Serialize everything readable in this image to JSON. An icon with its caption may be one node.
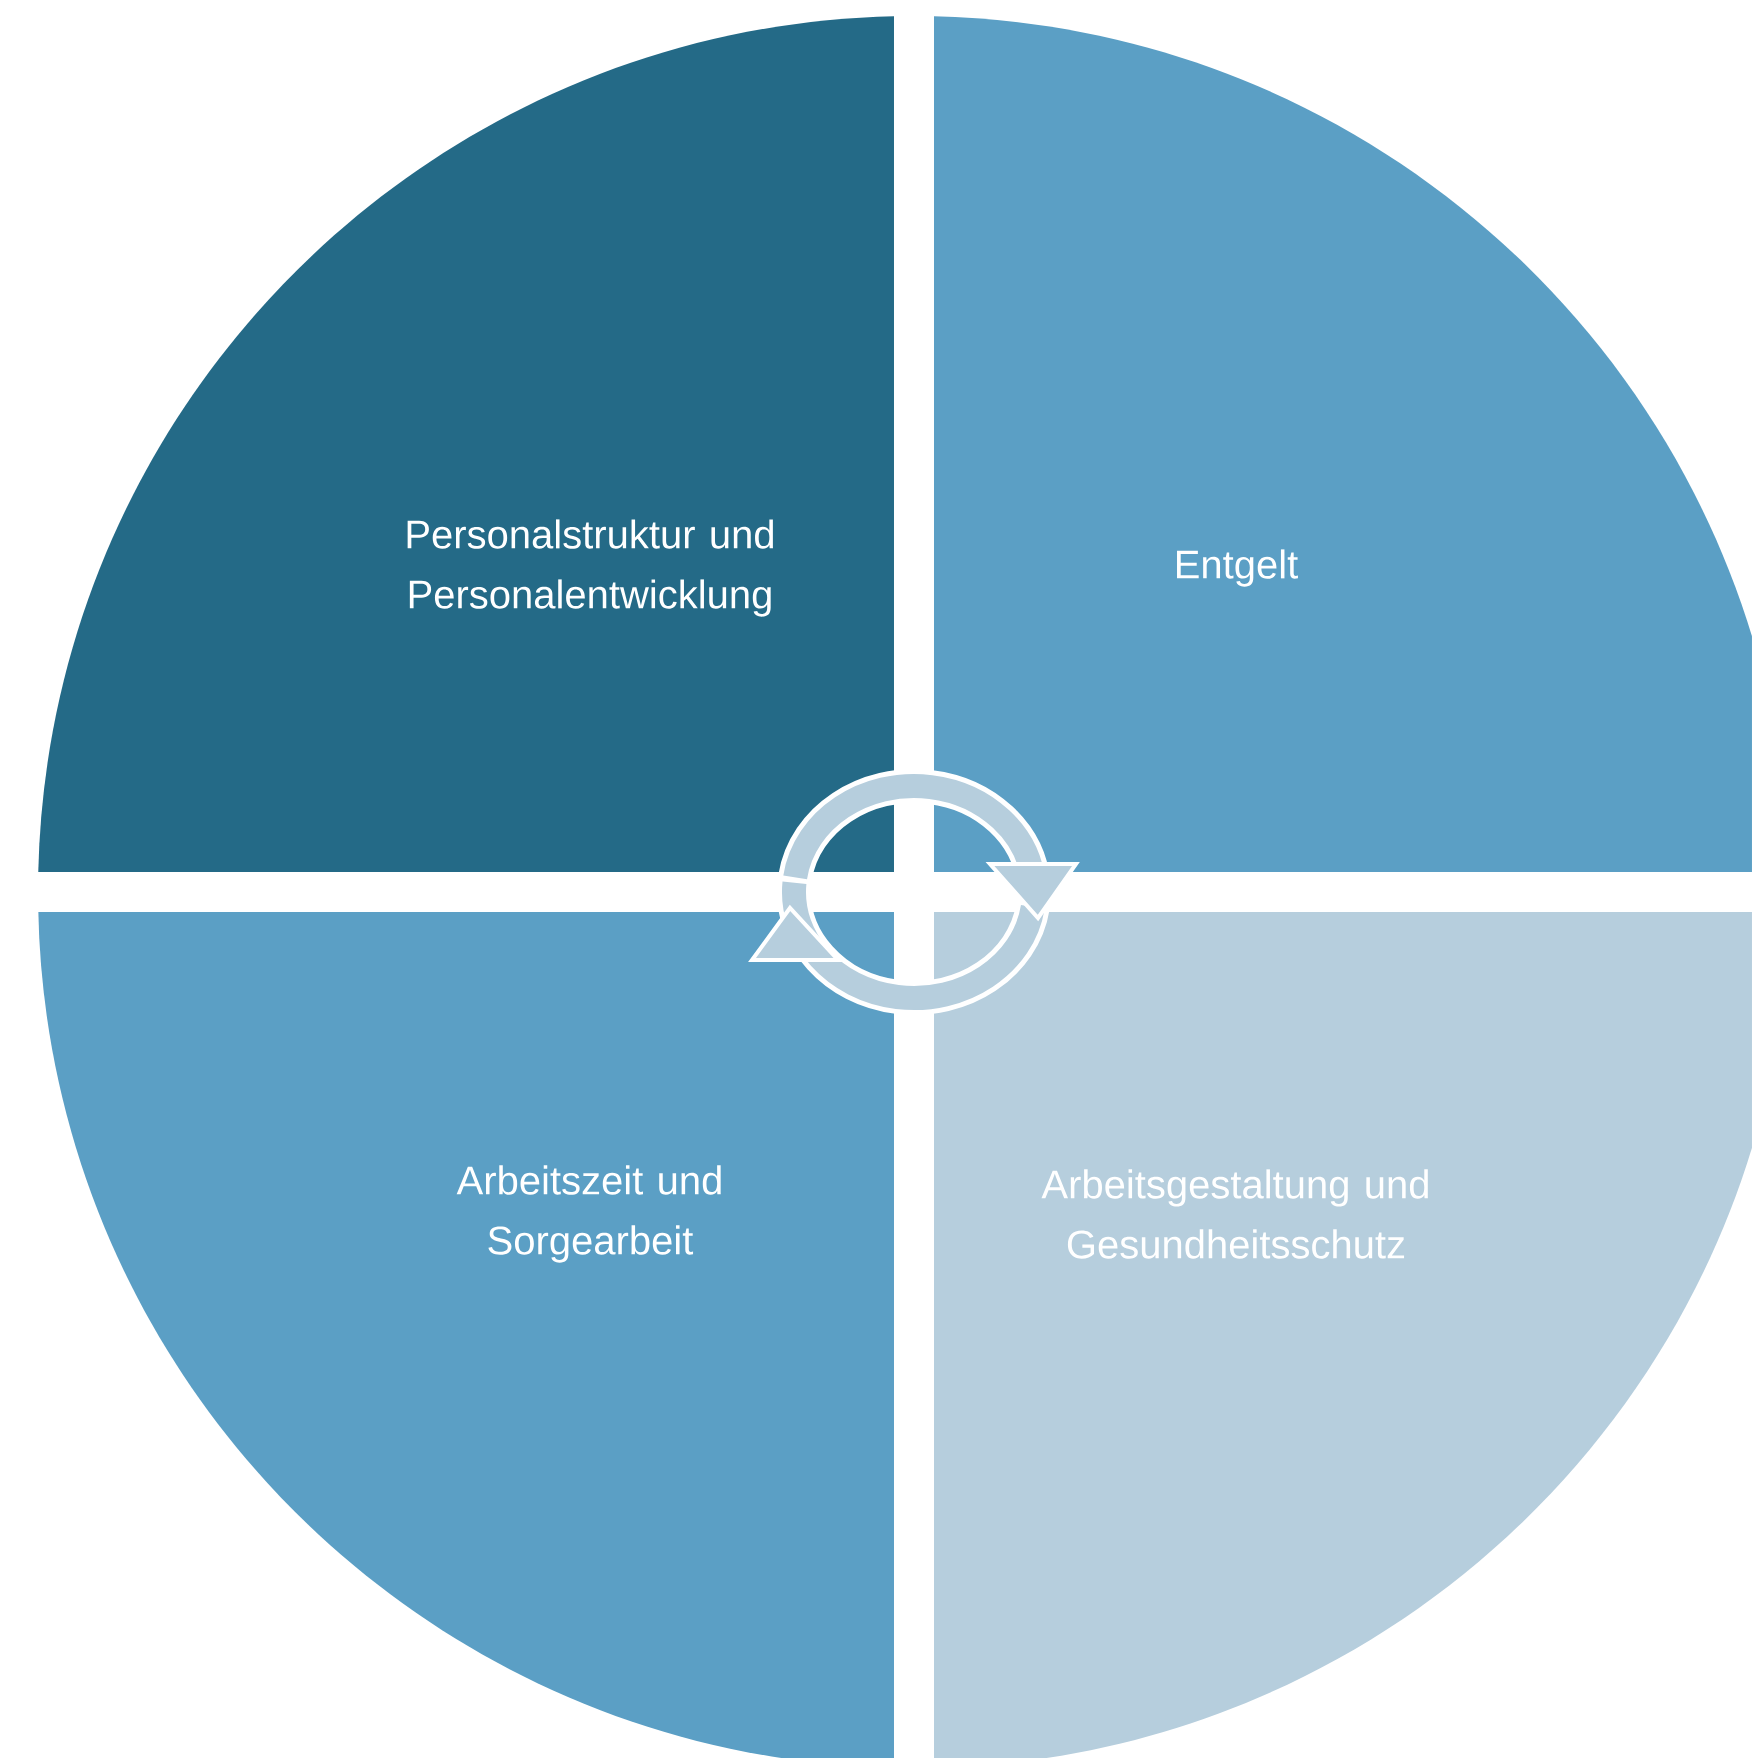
{
  "diagram": {
    "nodes": [
      {
        "text": [
          "Personalstruktur und Personalentwicklung"
        ]
      },
      {
        "text": [
          "Entgelt"
        ]
      },
      {
        "text": [
          "Arbeitszeit und Sorgearbeit"
        ]
      },
      {
        "text": [
          "Arbeitsgestaltung und Gesundheitsschutz"
        ]
      }
    ]
  }
}
